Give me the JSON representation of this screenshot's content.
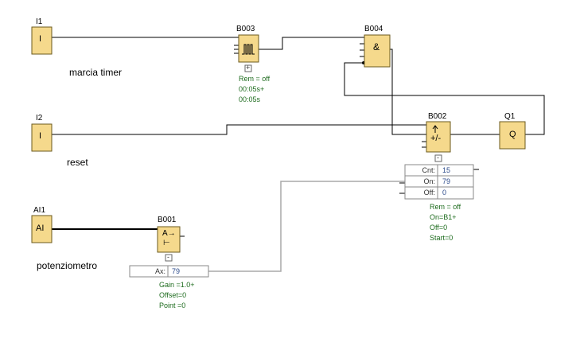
{
  "blocks": {
    "i1": {
      "name": "I1",
      "symbol": "I"
    },
    "i2": {
      "name": "I2",
      "symbol": "I"
    },
    "ai1": {
      "name": "AI1",
      "symbol": "AI"
    },
    "b003": {
      "name": "B003",
      "expand": "+",
      "params": [
        "Rem = off",
        "00:05s+",
        "00:05s"
      ]
    },
    "b004": {
      "name": "B004",
      "symbol": "&"
    },
    "b002": {
      "name": "B002",
      "symbol": "+/-",
      "collapse": "-",
      "rows": [
        {
          "label": "Cnt:",
          "value": "15"
        },
        {
          "label": "On:",
          "value": "79"
        },
        {
          "label": "Off:",
          "value": "0"
        }
      ],
      "params": [
        "Rem = off",
        "On=B1+",
        "Off=0",
        "Start=0"
      ]
    },
    "q1": {
      "name": "Q1",
      "symbol": "Q"
    },
    "b001": {
      "name": "B001",
      "symbol_top": "A→",
      "symbol_bottom": "⊢",
      "collapse": "-",
      "rows": [
        {
          "label": "Ax:",
          "value": "79"
        }
      ],
      "params": [
        "Gain  =1.0+",
        "Offset=0",
        "Point =0"
      ]
    }
  },
  "labels": {
    "marcia": "marcia timer",
    "reset": "reset",
    "potenziometro": "potenziometro"
  },
  "colors": {
    "block_fill": "#f5d98c",
    "block_border": "#6b5a1e",
    "wire": "#000000",
    "analog_wire": "#a8a8a8",
    "param_text": "#1d6b1d"
  }
}
